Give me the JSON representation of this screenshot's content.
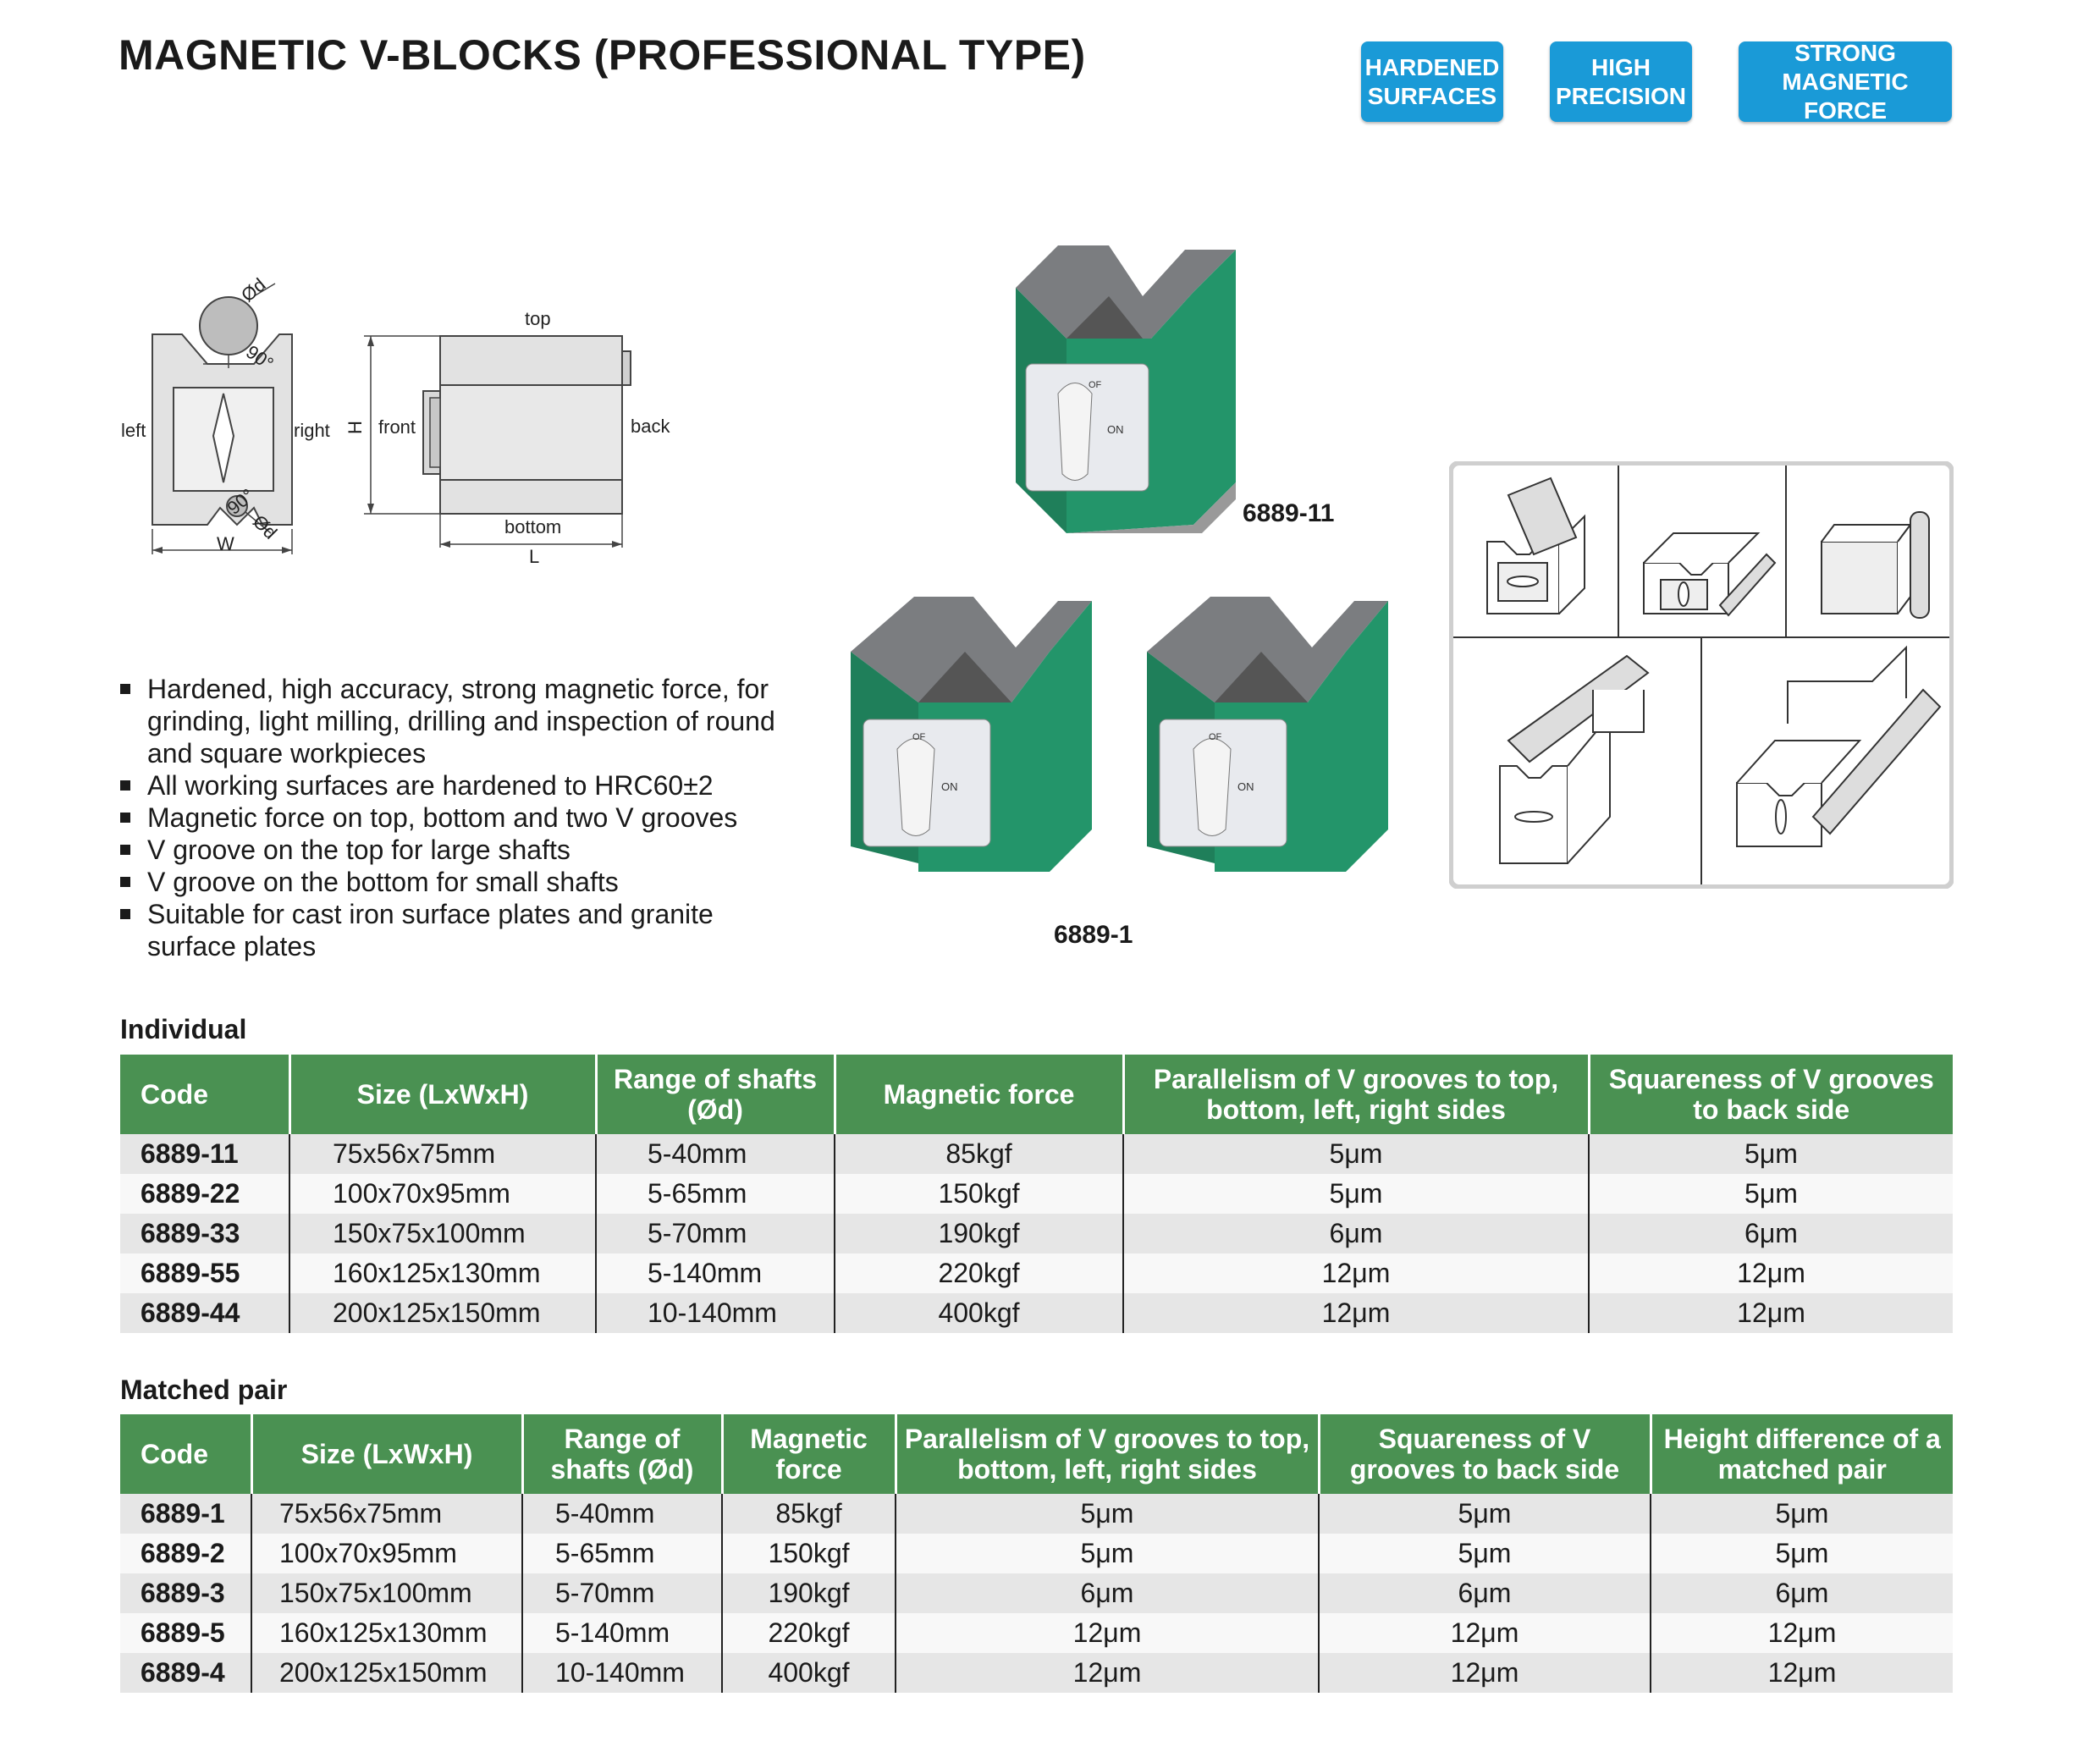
{
  "title": "MAGNETIC V-BLOCKS (PROFESSIONAL TYPE)",
  "badges": [
    {
      "line1": "HARDENED",
      "line2": "SURFACES"
    },
    {
      "line1": "HIGH",
      "line2": "PRECISION"
    },
    {
      "line1": "STRONG",
      "line2": "MAGNETIC FORCE"
    }
  ],
  "diagram": {
    "od_top": "Ød",
    "deg_top": "90°",
    "left": "left",
    "right": "right",
    "deg_bottom": "90°",
    "od_bottom": "Ød",
    "w": "W",
    "top": "top",
    "h": "H",
    "front": "front",
    "back": "back",
    "bottom": "bottom",
    "l": "L"
  },
  "product_labels": {
    "single": "6889-11",
    "pair": "6889-1"
  },
  "block_switch": {
    "on": "ON",
    "off": "OF"
  },
  "features": [
    "Hardened, high accuracy, strong magnetic force, for grinding, light milling, drilling and inspection of round and square workpieces",
    "All working surfaces are hardened to HRC60±2",
    "Magnetic force on top, bottom and two V grooves",
    "V groove on the top for large shafts",
    "V groove on the bottom for small shafts",
    "Suitable for cast iron surface plates and granite surface plates"
  ],
  "individual": {
    "heading": "Individual",
    "columns": [
      "Code",
      "Size (LxWxH)",
      "Range of shafts (Ød)",
      "Magnetic force",
      "Parallelism of  V grooves to top, bottom, left, right sides",
      "Squareness of  V grooves to back side"
    ],
    "rows": [
      [
        "6889-11",
        "75x56x75mm",
        "5-40mm",
        "85kgf",
        "5μm",
        "5μm"
      ],
      [
        "6889-22",
        "100x70x95mm",
        "5-65mm",
        "150kgf",
        "5μm",
        "5μm"
      ],
      [
        "6889-33",
        "150x75x100mm",
        "5-70mm",
        "190kgf",
        "6μm",
        "6μm"
      ],
      [
        "6889-55",
        "160x125x130mm",
        "5-140mm",
        "220kgf",
        "12μm",
        "12μm"
      ],
      [
        "6889-44",
        "200x125x150mm",
        "10-140mm",
        "400kgf",
        "12μm",
        "12μm"
      ]
    ]
  },
  "matched": {
    "heading": "Matched pair",
    "columns": [
      "Code",
      "Size (LxWxH)",
      "Range of shafts (Ød)",
      "Magnetic force",
      "Parallelism of V grooves to top, bottom, left, right sides",
      "Squareness of V grooves to back side",
      "Height difference of a matched pair"
    ],
    "rows": [
      [
        "6889-1",
        "75x56x75mm",
        "5-40mm",
        "85kgf",
        "5μm",
        "5μm",
        "5μm"
      ],
      [
        "6889-2",
        "100x70x95mm",
        "5-65mm",
        "150kgf",
        "5μm",
        "5μm",
        "5μm"
      ],
      [
        "6889-3",
        "150x75x100mm",
        "5-70mm",
        "190kgf",
        "6μm",
        "6μm",
        "6μm"
      ],
      [
        "6889-5",
        "160x125x130mm",
        "5-140mm",
        "220kgf",
        "12μm",
        "12μm",
        "12μm"
      ],
      [
        "6889-4",
        "200x125x150mm",
        "10-140mm",
        "400kgf",
        "12μm",
        "12μm",
        "12μm"
      ]
    ]
  }
}
